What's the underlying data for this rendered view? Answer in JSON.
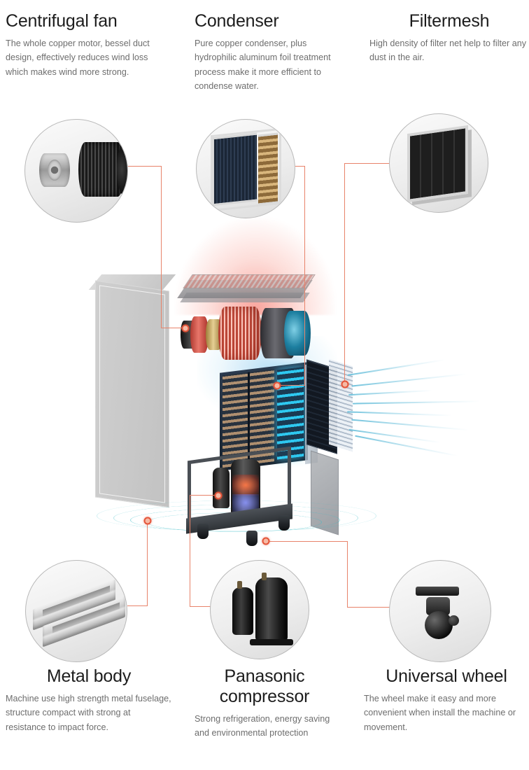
{
  "features": {
    "centrifugal_fan": {
      "title": "Centrifugal fan",
      "desc": "The whole copper motor, bessel duct design, effectively reduces wind loss which makes wind more strong.",
      "thumb_icon": "centrifugal-fan-photo"
    },
    "condenser": {
      "title": "Condenser",
      "desc": "Pure copper condenser, plus hydrophilic aluminum foil treatment process make it more efficient to condense water.",
      "thumb_icon": "condenser-coil-photo"
    },
    "filtermesh": {
      "title": "Filtermesh",
      "desc": "High density of filter net help to filter  any  dust  in the air.",
      "thumb_icon": "filter-panel-photo"
    },
    "metal_body": {
      "title": "Metal body",
      "desc": "Machine use high strength metal fuselage, structure compact with strong at resistance to impact force.",
      "thumb_icon": "metal-channel-photo"
    },
    "compressor": {
      "title": "Panasonic\ncompressor",
      "desc": "Strong refrigeration, energy saving and environmental protection",
      "thumb_icon": "compressor-photo"
    },
    "universal_wheel": {
      "title": "Universal wheel",
      "desc": "The wheel make it easy and more convenient when install the machine or movement.",
      "thumb_icon": "caster-wheel-photo"
    }
  },
  "diagram": {
    "label": "exploded-dehumidifier-diagram",
    "parts": [
      "top-grille-plate",
      "fan-motor-assembly",
      "evaporator-coil-block",
      "filter-panel",
      "metal-body-panel",
      "compressor-cart",
      "rear-door-panel"
    ]
  },
  "colors": {
    "connector": "#e8836a",
    "hotspot_ring": "#e4553a",
    "hotspot_fill": "#f6b9a4",
    "title_text": "#1d1d1d",
    "body_text": "#6d6d6d",
    "heat_glow": "#f55a4b",
    "air_glow": "#50afe6",
    "ripple": "#3cbec8",
    "background": "#ffffff"
  }
}
